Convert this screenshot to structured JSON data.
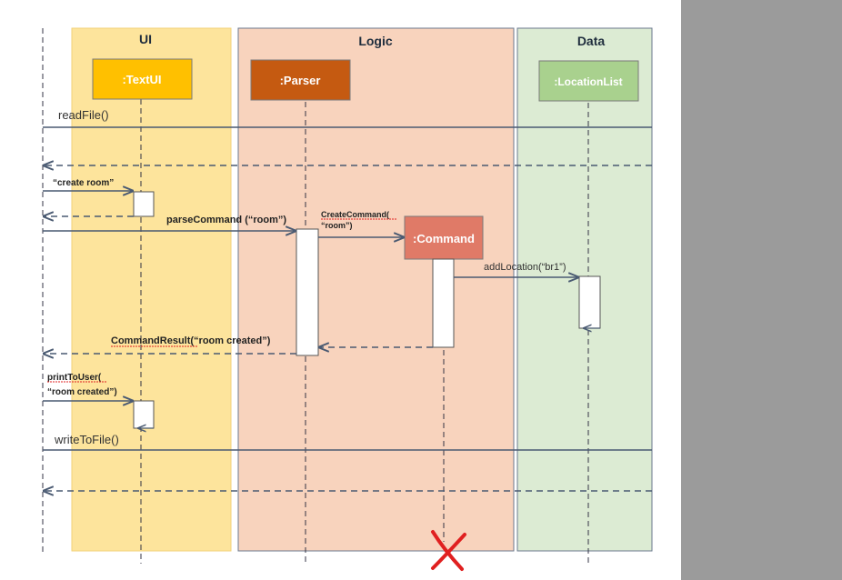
{
  "lanes": {
    "ui": {
      "title": "UI",
      "fill": "#fde49c",
      "stroke": "#f2d27a"
    },
    "logic": {
      "title": "Logic",
      "fill": "#f8d3bd",
      "stroke": "#6b7a8f"
    },
    "data": {
      "title": "Data",
      "fill": "#dcebd3",
      "stroke": "#6b7a8f"
    }
  },
  "participants": {
    "textui": {
      "label": ":TextUI",
      "fill": "#ffc000"
    },
    "parser": {
      "label": ":Parser",
      "fill": "#c55a11"
    },
    "command": {
      "label": ":Command",
      "fill": "#e07a67"
    },
    "locationlist": {
      "label": ":LocationList",
      "fill": "#a9d18e"
    }
  },
  "messages": {
    "read_file": "readFile()",
    "create_room": "“create room”",
    "parse_command": "parseCommand (“room”)",
    "create_command_line1": "CreateCommand(",
    "create_command_line2": "“room”)",
    "add_location": "addLocation(“br1”)",
    "command_result": "CommandResult(“room created”)",
    "print_to_user_line1": "printToUser(",
    "print_to_user_line2": "“room created”)",
    "write_to_file": "writeToFile()"
  },
  "colors": {
    "arrow": "#4a5a72",
    "destroy_mark": "#e02020",
    "side_panel": "#9b9b9b"
  }
}
